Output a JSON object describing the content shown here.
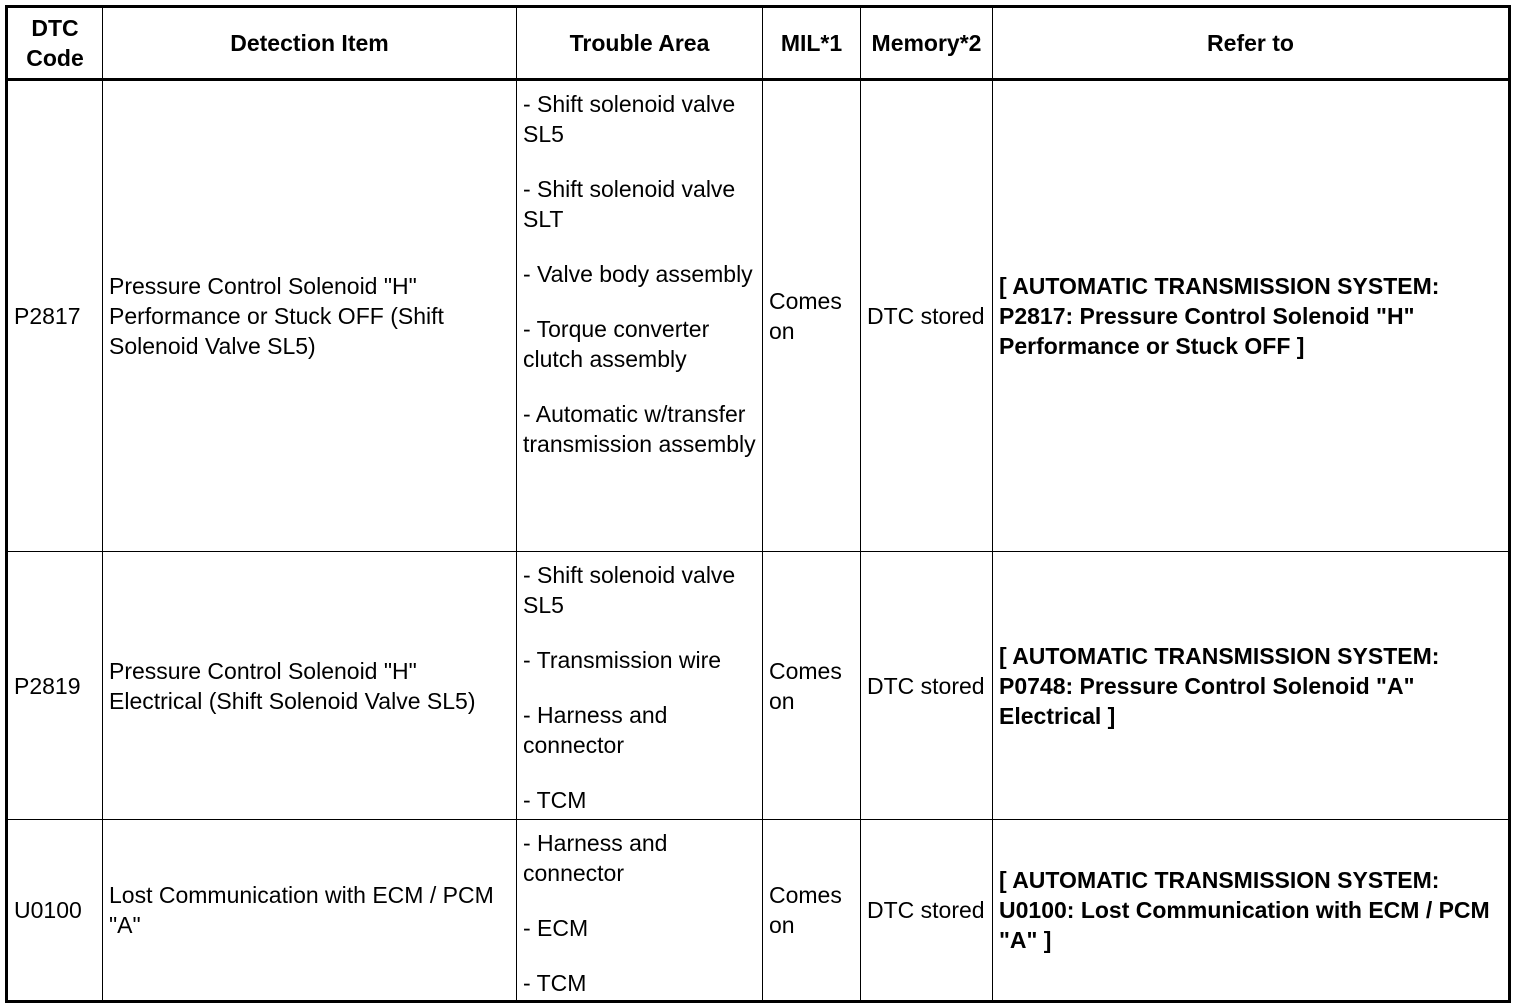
{
  "headers": {
    "code": "DTC Code",
    "item": "Detection Item",
    "area": "Trouble Area",
    "mil": "MIL*1",
    "memory": "Memory*2",
    "refer": "Refer to"
  },
  "rows": [
    {
      "code": "P2817",
      "item": "Pressure Control Solenoid \"H\" Performance or Stuck OFF (Shift Solenoid Valve SL5)",
      "areas": [
        "- Shift solenoid valve SL5",
        "- Shift solenoid valve SLT",
        "- Valve body assembly",
        "- Torque converter clutch assembly",
        "- Automatic w/transfer transmission assembly"
      ],
      "mil": "Comes on",
      "memory": "DTC stored",
      "refer": "[ AUTOMATIC TRANSMISSION SYSTEM: P2817: Pressure Control Solenoid \"H\" Performance or Stuck OFF ]"
    },
    {
      "code": "P2819",
      "item": "Pressure Control Solenoid \"H\" Electrical (Shift Solenoid Valve SL5)",
      "areas": [
        "- Shift solenoid valve SL5",
        "- Transmission wire",
        "- Harness and connector",
        "- TCM"
      ],
      "mil": "Comes on",
      "memory": "DTC stored",
      "refer": "[ AUTOMATIC TRANSMISSION SYSTEM: P0748: Pressure Control Solenoid \"A\" Electrical ]"
    },
    {
      "code": "U0100",
      "item": "Lost Communication with ECM / PCM \"A\"",
      "areas": [
        "- Harness and connector",
        "- ECM",
        "- TCM"
      ],
      "mil": "Comes on",
      "memory": "DTC stored",
      "refer": "[ AUTOMATIC TRANSMISSION SYSTEM: U0100: Lost Communication with ECM / PCM \"A\" ]"
    }
  ]
}
